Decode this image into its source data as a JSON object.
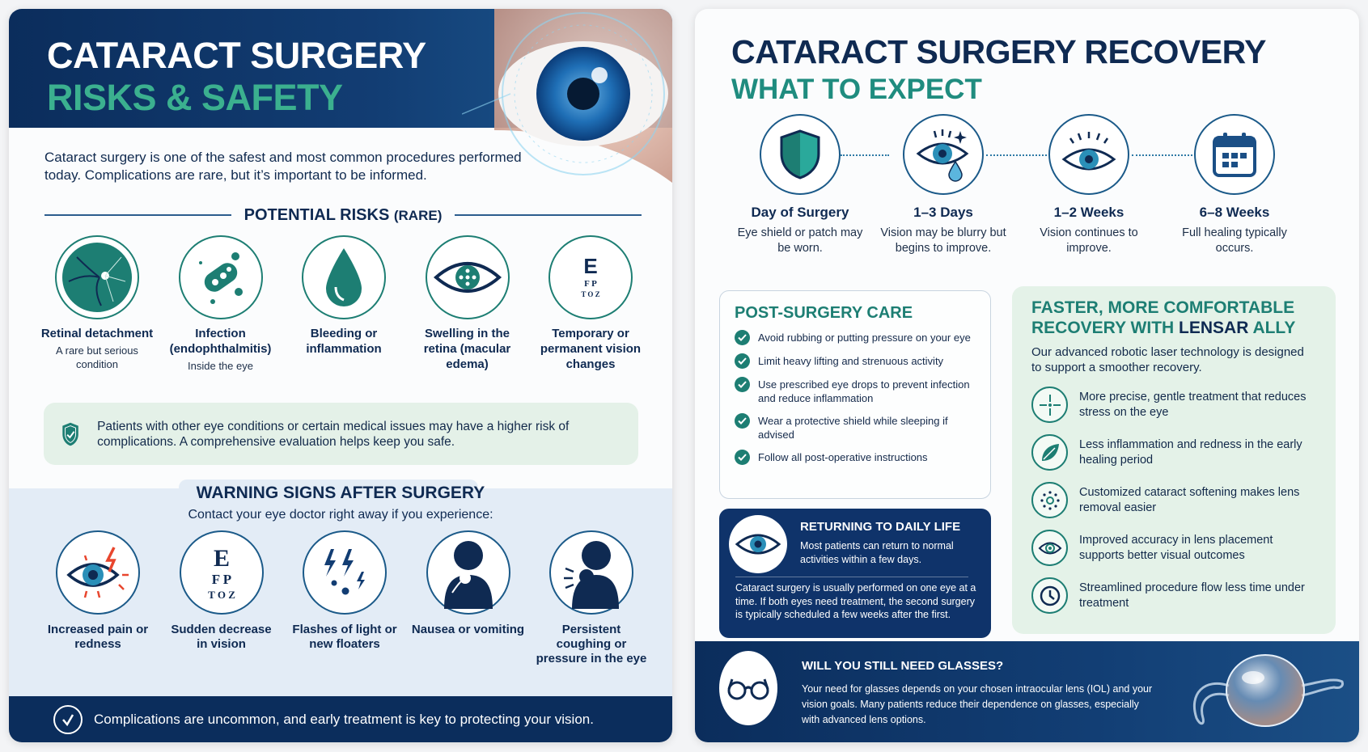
{
  "left": {
    "header": {
      "title": "CATARACT SURGERY",
      "subtitle": "RISKS & SAFETY"
    },
    "intro": "Cataract surgery is one of the safest and most common procedures performed today. Complications are rare, but it’s important to be informed.",
    "risks_section": {
      "title": "POTENTIAL RISKS",
      "title_suffix": "(RARE)"
    },
    "risks": [
      {
        "icon": "retina-icon",
        "label": "Retinal detachment",
        "sub": "A rare but serious condition"
      },
      {
        "icon": "bacteria-icon",
        "label": "Infection (endophthalmitis)",
        "sub": "Inside the eye"
      },
      {
        "icon": "droplet-icon",
        "label": "Bleeding or inflammation",
        "sub": ""
      },
      {
        "icon": "swollen-eye-icon",
        "label": "Swelling in the retina (macular edema)",
        "sub": ""
      },
      {
        "icon": "eye-chart-icon",
        "label": "Temporary or permanent vision changes",
        "sub": ""
      }
    ],
    "note": "Patients with other eye conditions or certain medical issues may have a higher risk of complications. A comprehensive evaluation helps keep you safe.",
    "warning": {
      "title": "WARNING SIGNS AFTER SURGERY",
      "subtitle": "Contact your eye doctor right away if you experience:",
      "items": [
        {
          "icon": "eye-pain-icon",
          "label": "Increased pain or redness"
        },
        {
          "icon": "eye-chart-icon",
          "label": "Sudden decrease in vision"
        },
        {
          "icon": "flashes-icon",
          "label": "Flashes of light or new floaters"
        },
        {
          "icon": "nausea-icon",
          "label": "Nausea or vomiting"
        },
        {
          "icon": "coughing-icon",
          "label": "Persistent coughing or pressure in the eye"
        }
      ]
    },
    "footer": "Complications are uncommon, and early treatment is key to protecting your vision."
  },
  "right": {
    "title": "CATARACT SURGERY RECOVERY",
    "subtitle": "WHAT TO EXPECT",
    "timeline": [
      {
        "icon": "shield-icon",
        "heading": "Day of Surgery",
        "desc": "Eye shield or patch may be worn."
      },
      {
        "icon": "teary-eye-icon",
        "heading": "1–3 Days",
        "desc": "Vision may be blurry but begins to improve."
      },
      {
        "icon": "eye-icon",
        "heading": "1–2 Weeks",
        "desc": "Vision continues to improve."
      },
      {
        "icon": "calendar-icon",
        "heading": "6–8 Weeks",
        "desc": "Full healing typically occurs."
      }
    ],
    "care": {
      "title": "POST-SURGERY CARE",
      "items": [
        "Avoid rubbing or putting pressure on your eye",
        "Limit heavy lifting and strenuous activity",
        "Use prescribed eye drops to prevent infection and reduce inflammation",
        "Wear a protective shield while sleeping if advised",
        "Follow all post-operative instructions"
      ]
    },
    "daily": {
      "title": "RETURNING TO DAILY LIFE",
      "text": "Most patients can return to normal activities within a few days.",
      "detail": "Cataract surgery is usually performed on one eye at a time. If both eyes need treatment, the second surgery is typically scheduled a few weeks after the first."
    },
    "lensar": {
      "title_a": "FASTER, MORE COMFORTABLE RECOVERY WITH",
      "title_brand": "LENSAR",
      "title_b": "ALLY",
      "intro": "Our advanced robotic laser technology is designed to support a smoother recovery.",
      "features": [
        {
          "icon": "crosshair-icon",
          "text": "More precise, gentle treatment that reduces stress on the eye"
        },
        {
          "icon": "leaf-icon",
          "text": "Less inflammation and redness in the early healing period"
        },
        {
          "icon": "dots-ring-icon",
          "text": "Customized cataract softening makes lens removal easier"
        },
        {
          "icon": "target-eye-icon",
          "text": "Improved accuracy in lens placement supports better visual outcomes"
        },
        {
          "icon": "clock-icon",
          "text": "Streamlined procedure flow less time under treatment"
        }
      ]
    },
    "glasses": {
      "title": "WILL YOU STILL NEED GLASSES?",
      "text": "Your need for glasses depends on your chosen intraocular lens (IOL) and your vision goals. Many patients reduce their dependence on glasses, especially with advanced lens options."
    }
  },
  "colors": {
    "navy": "#0b2d5c",
    "teal": "#1d7e73",
    "green_accent": "#3bb08f",
    "mint_bg": "#e4f2e8",
    "warn_bg": "#e3ecf6",
    "alert_red": "#e8462e"
  }
}
